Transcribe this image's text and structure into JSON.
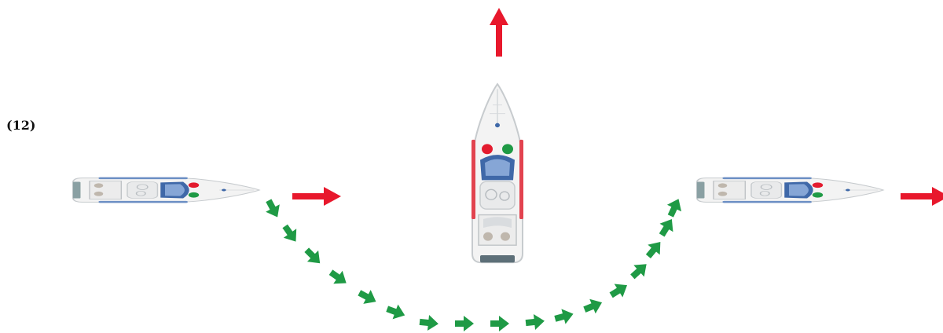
{
  "figure_label": "(12)",
  "colors": {
    "heading_arrow": "#e8182c",
    "path_arrow": "#1f9a45",
    "port_light": "#e31b2e",
    "starboard_light": "#1f9a45",
    "hull": "#f2f2f2",
    "hull_outline": "#cfd3d6",
    "window_blue": "#3f68a8",
    "rail_blue": "#6c8fc4",
    "fender_red": "#e2434f",
    "swim_platform": "#5d6f78"
  },
  "diagram": {
    "description_elements": [
      {
        "id": "yacht-start",
        "heading": "east",
        "port_light": "red",
        "starboard_light": "green"
      },
      {
        "id": "yacht-middle",
        "heading": "north",
        "port_light": "red",
        "starboard_light": "green"
      },
      {
        "id": "yacht-end",
        "heading": "east",
        "port_light": "red",
        "starboard_light": "green"
      }
    ],
    "path_arrow_count": 17
  }
}
